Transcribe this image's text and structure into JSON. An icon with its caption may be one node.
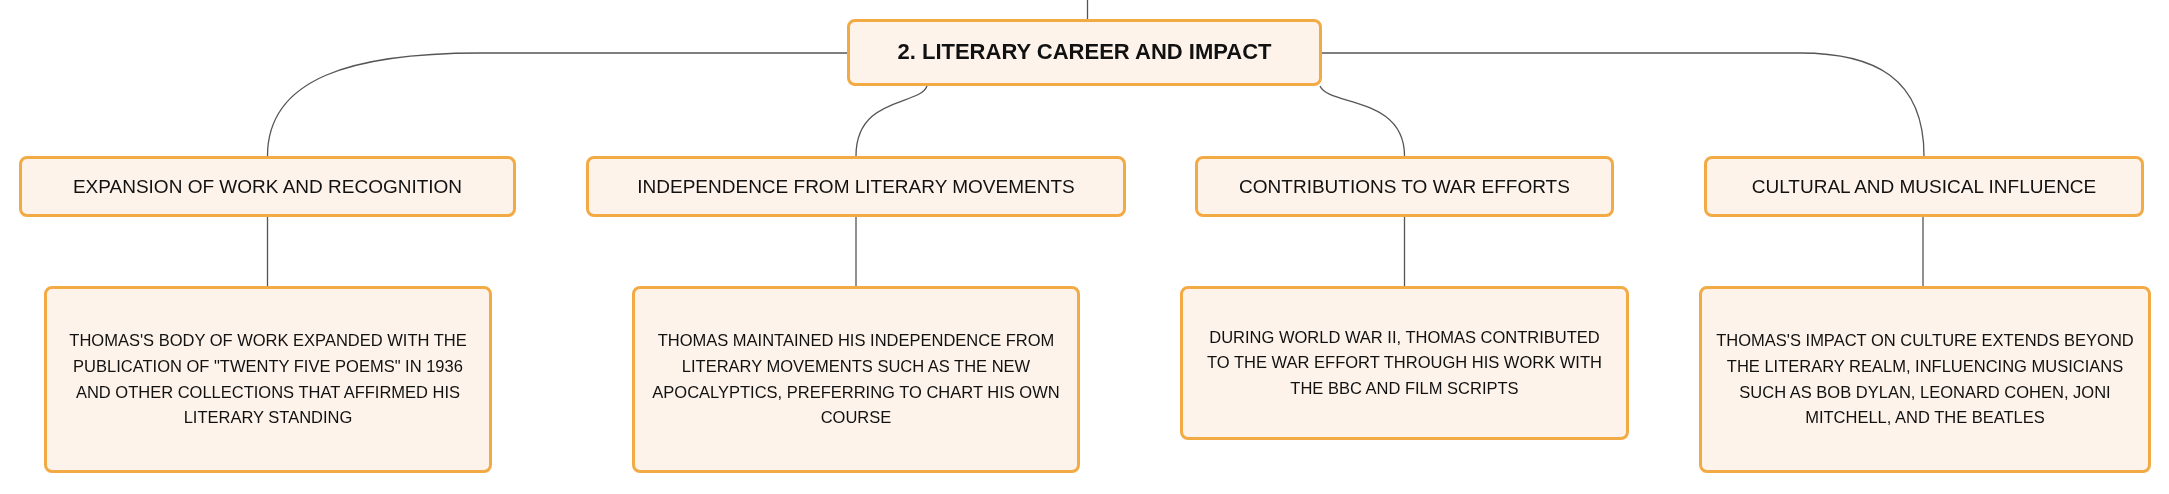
{
  "diagram": {
    "nodes": [
      {
        "text": [
          "2. LITERARY CAREER AND IMPACT"
        ]
      },
      {
        "text": [
          "EXPANSION OF WORK AND RECOGNITION"
        ]
      },
      {
        "text": [
          "INDEPENDENCE FROM LITERARY MOVEMENTS"
        ]
      },
      {
        "text": [
          "CONTRIBUTIONS TO WAR EFFORTS"
        ]
      },
      {
        "text": [
          "CULTURAL AND MUSICAL INFLUENCE"
        ]
      },
      {
        "text": [
          "THOMAS'S BODY OF WORK EXPANDED WITH THE PUBLICATION OF \"TWENTY FIVE POEMS\" IN 1936 AND OTHER COLLECTIONS THAT AFFIRMED HIS LITERARY STANDING"
        ]
      },
      {
        "text": [
          "THOMAS MAINTAINED HIS INDEPENDENCE FROM LITERARY MOVEMENTS SUCH AS THE NEW APOCALYPTICS, PREFERRING TO CHART HIS OWN COURSE"
        ]
      },
      {
        "text": [
          "DURING WORLD WAR II, THOMAS CONTRIBUTED TO THE WAR EFFORT THROUGH HIS WORK WITH THE BBC AND FILM SCRIPTS"
        ]
      },
      {
        "text": [
          "THOMAS'S IMPACT ON CULTURE EXTENDS BEYOND THE LITERARY REALM, INFLUENCING MUSICIANS SUCH AS BOB DYLAN, LEONARD COHEN, JONI MITCHELL, AND THE BEATLES"
        ]
      }
    ],
    "edges": [
      {
        "from": null,
        "to": 0,
        "arrow": "none"
      },
      {
        "from": 0,
        "to": 1,
        "arrow": "none"
      },
      {
        "from": 0,
        "to": 2,
        "arrow": "none"
      },
      {
        "from": 0,
        "to": 3,
        "arrow": "none"
      },
      {
        "from": 0,
        "to": 4,
        "arrow": "none"
      },
      {
        "from": 1,
        "to": 5,
        "arrow": "none"
      },
      {
        "from": 2,
        "to": 6,
        "arrow": "none"
      },
      {
        "from": 3,
        "to": 7,
        "arrow": "none"
      },
      {
        "from": 4,
        "to": 8,
        "arrow": "none"
      }
    ]
  }
}
